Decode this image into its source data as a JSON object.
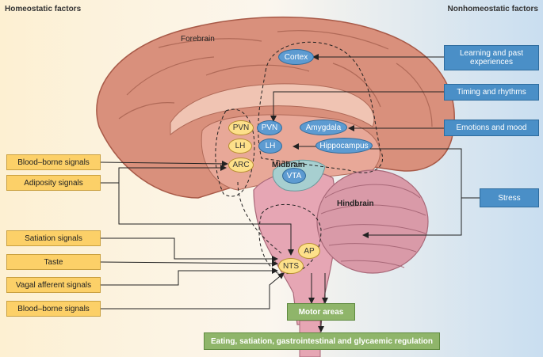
{
  "headers": {
    "left": "Homeostatic factors",
    "right": "Nonhomeostatic factors"
  },
  "regions": {
    "forebrain": "Forebrain",
    "midbrain": "Midbrain",
    "hindbrain": "Hindbrain"
  },
  "left_inputs": [
    "Blood–borne signals",
    "Adiposity signals",
    "Satiation signals",
    "Taste",
    "Vagal afferent signals",
    "Blood–borne signals"
  ],
  "right_inputs": [
    "Learning and past experiences",
    "Timing and rhythms",
    "Emotions and mood",
    "Stress"
  ],
  "nuclei_yellow": [
    "PVN",
    "LH",
    "ARC",
    "AP",
    "NTS"
  ],
  "nuclei_blue": [
    "Cortex",
    "PVN",
    "LH",
    "Amygdala",
    "Hippocampus",
    "VTA"
  ],
  "outputs": {
    "motor": "Motor areas",
    "regulation": "Eating, satiation, gastrointestinal and glycaemic regulation"
  },
  "colors": {
    "yellow_box": "#fcd068",
    "blue_box": "#4a8fc7",
    "green_box": "#8fb56a",
    "brain": "#d9907c"
  }
}
